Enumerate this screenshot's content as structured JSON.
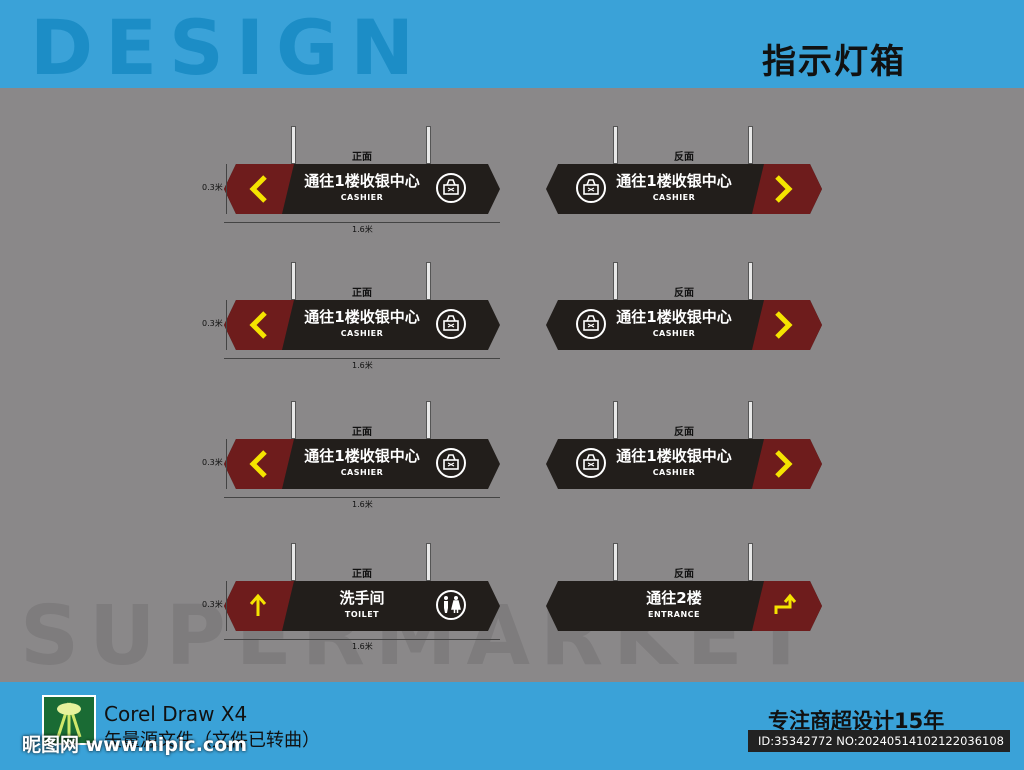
{
  "header": {
    "design_word": "DESIGN",
    "title": "指示灯箱"
  },
  "watermark": "SUPERMARKET",
  "footer": {
    "software": "Corel Draw X4",
    "note": "矢量源文件（文件已转曲）",
    "slogan": "专注商超设计15年",
    "site": "昵图网 www.nipic.com",
    "id": "ID:35342772 NO:20240514102122036108"
  },
  "dimensions": {
    "height": "0.3米",
    "width": "1.6米"
  },
  "signs": [
    {
      "side": "正面",
      "cn": "通往1楼收银中心",
      "en": "CASHIER",
      "arrow": "left",
      "icon": "cashier-icon"
    },
    {
      "side": "反面",
      "cn": "通往1楼收银中心",
      "en": "CASHIER",
      "arrow": "right",
      "icon": "cashier-icon"
    },
    {
      "side": "正面",
      "cn": "通往1楼收银中心",
      "en": "CASHIER",
      "arrow": "left",
      "icon": "cashier-icon"
    },
    {
      "side": "反面",
      "cn": "通往1楼收银中心",
      "en": "CASHIER",
      "arrow": "right",
      "icon": "cashier-icon"
    },
    {
      "side": "正面",
      "cn": "通往1楼收银中心",
      "en": "CASHIER",
      "arrow": "left",
      "icon": "cashier-icon"
    },
    {
      "side": "反面",
      "cn": "通往1楼收银中心",
      "en": "CASHIER",
      "arrow": "right",
      "icon": "cashier-icon"
    },
    {
      "side": "正面",
      "cn": "洗手间",
      "en": "TOILET",
      "arrow": "up",
      "icon": "toilet-icon"
    },
    {
      "side": "反面",
      "cn": "通往2楼",
      "en": "ENTRANCE",
      "arrow": "up-right",
      "icon": ""
    }
  ],
  "colors": {
    "board": "#221e1b",
    "accent": "#6e1c1c",
    "arrow": "#f5e400",
    "blue": "#3aa2d8"
  }
}
